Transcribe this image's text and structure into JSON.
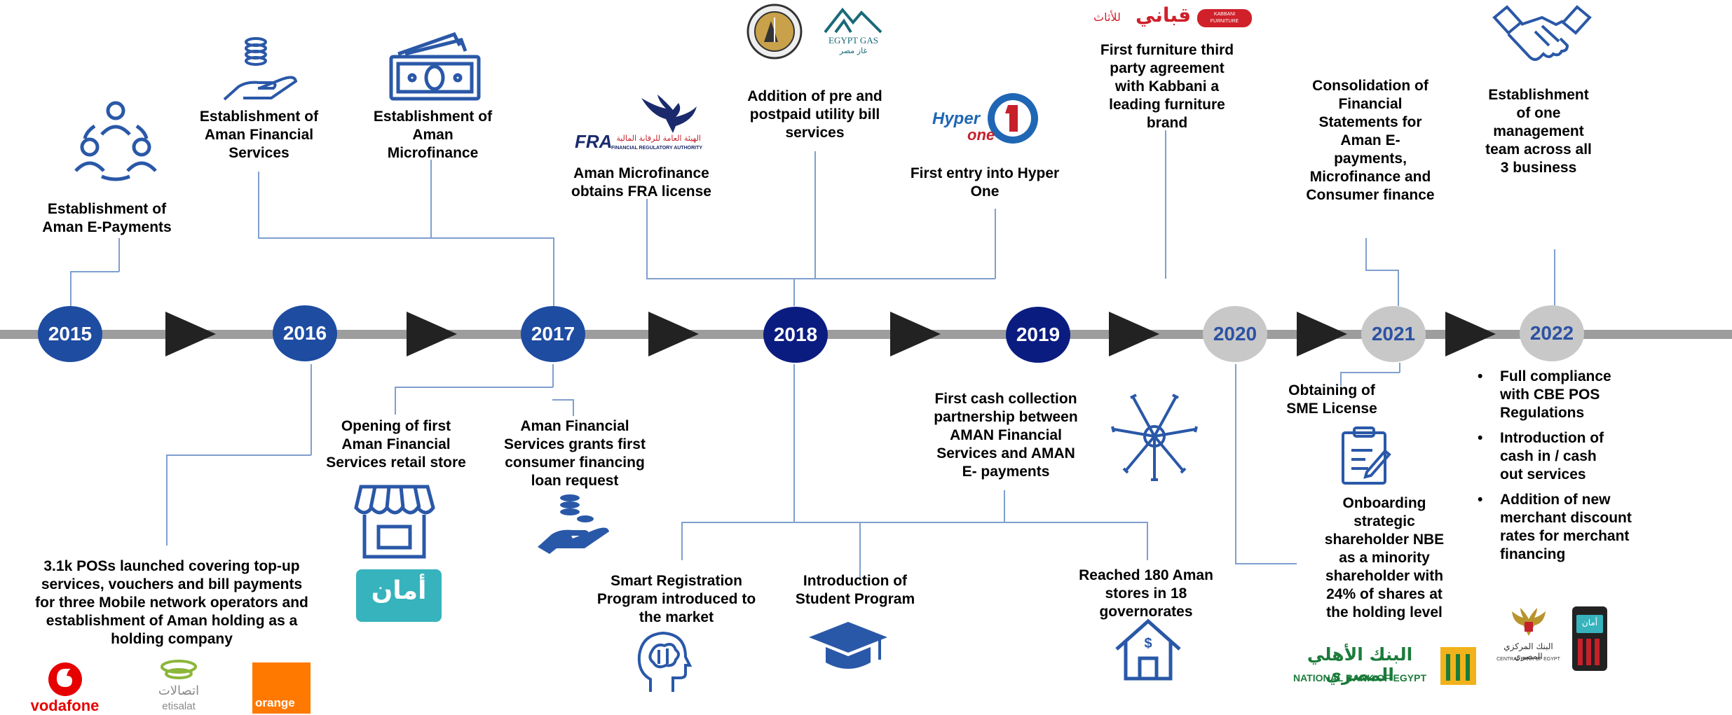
{
  "colors": {
    "timeline": "#9d9d9d",
    "year_dark_blue": "#1e4ca1",
    "year_navy": "#0b1c80",
    "year_grey": "#c8c8c8",
    "year_grey_text": "#2c52a3",
    "icon_blue": "#2a58a8",
    "connector": "#7f9fce",
    "arrow": "#222222"
  },
  "years": [
    "2015",
    "2016",
    "2017",
    "2018",
    "2019",
    "2020",
    "2021",
    "2022"
  ],
  "events": {
    "e_aman_epayments": "Establishment of\nAman E-Payments",
    "e_aman_fin_services": "Establishment of\nAman Financial\nServices",
    "e_aman_microfinance": "Establishment of\nAman\nMicrofinance",
    "e_fra_license": "Aman Microfinance\nobtains FRA license",
    "e_utility_bills": "Addition of pre and\npostpaid utility bill\nservices",
    "e_hyper_one": "First entry into Hyper\nOne",
    "e_kabbani": "First furniture third\nparty agreement\nwith Kabbani a\nleading furniture\nbrand",
    "e_consolidation": "Consolidation of\nFinancial\nStatements for\nAman E-\npayments,\nMicrofinance and\nConsumer  finance",
    "e_one_team": "Establishment\nof one\nmanagement\nteam across  all\n3 business",
    "e_3k_pos": "3.1k POSs launched covering top-up\nservices, vouchers and bill payments\nfor three Mobile network operators  and\nestablishment of Aman holding  as a\nholding company",
    "e_retail_store": "Opening of first\nAman Financial\nServices retail store",
    "e_consumer_loan": "Aman Financial\nServices grants first\nconsumer financing\nloan request",
    "e_smart_registration": "Smart Registration\nProgram introduced to\nthe market",
    "e_student_program": "Introduction of\nStudent Program",
    "e_cash_collection": "First cash collection\npartnership between\nAMAN Financial\nServices and AMAN\nE- payments",
    "e_180_stores": "Reached 180  Aman\nstores in 18\ngovernorates",
    "e_sme_license": "Obtaining of\nSME License",
    "e_nbe_shareholder": "Onboarding\nstrategic\nshareholder NBE\nas a minority\nshareholder with\n24% of shares at\nthe holding level"
  },
  "bullets_2022": [
    "Full compliance\nwith CBE POS\nRegulations",
    "Introduction    of\ncash  in  /  cash\nout services",
    "Addition of new\nmerchant  discount\nrates for  merchant\nfinancing"
  ],
  "logos": {
    "fra_arabic": "الهيئة العامة للرقابة المالية",
    "fra_english": "FINANCIAL REGULATORY AUTHORITY",
    "fra_mark": "FRA",
    "egypt_gas": "EGYPT GAS",
    "egypt_gas_arabic": "غاز مصر",
    "hyper_one_top": "Hyper",
    "hyper_one_bottom": "one",
    "kabbani_arabic": "قباني",
    "kabbani_sub": "للأثاث",
    "kabbani_badge": "KABBANI FURNITURE",
    "aman_arabic": "أمان",
    "nbe_arabic": "البنك الأهلي المصري",
    "nbe_english": "NATIONAL BANK OF EGYPT",
    "cbe_arabic": "البنك المركزي المصري",
    "cbe_english": "CENTRAL BANK OF EGYPT",
    "pos_screen": "أمان",
    "vodafone": "vodafone",
    "etisalat_arabic": "اتصالات",
    "etisalat": "etisalat",
    "orange": "orange"
  }
}
